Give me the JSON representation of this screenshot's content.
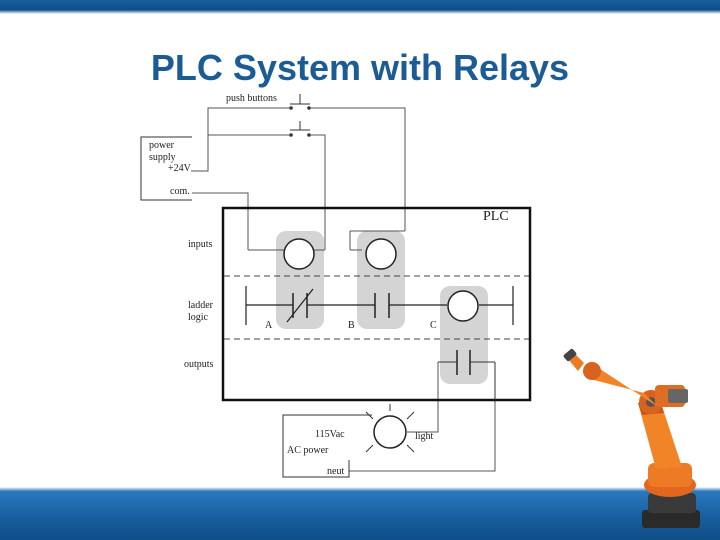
{
  "slide": {
    "title": "PLC System with Relays"
  },
  "diagram": {
    "push_buttons_label": "push buttons",
    "power_supply_label_line1": "power",
    "power_supply_label_line2": "supply",
    "v24_label": "+24V",
    "com_label": "com.",
    "plc_label": "PLC",
    "inputs_label": "inputs",
    "ladder_logic_line1": "ladder",
    "ladder_logic_line2": "logic",
    "outputs_label": "outputs",
    "contact_a": "A",
    "contact_b": "B",
    "coil_c": "C",
    "ac_voltage_label": "115Vac",
    "ac_power_label": "AC power",
    "neut_label": "neut",
    "light_label": "light"
  },
  "colors": {
    "brand_blue": "#1c5c95",
    "highlight_gray": "#d4d4d4"
  },
  "decorations": {
    "robot_icon": "industrial-robot-arm-icon"
  }
}
